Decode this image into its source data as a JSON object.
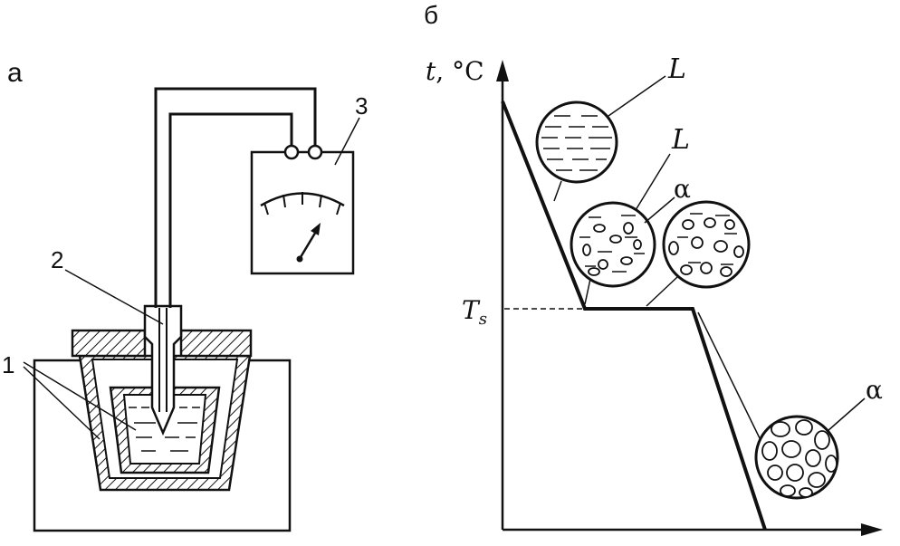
{
  "panel_a": {
    "letter": "а",
    "callout_1": "1",
    "callout_2": "2",
    "callout_3": "3"
  },
  "panel_b": {
    "letter": "б",
    "y_axis_var": "t",
    "y_axis_unit": ", °C",
    "ts_label_main": "T",
    "ts_label_sub": "s",
    "phase_L1": "L",
    "phase_L2": "L",
    "phase_alpha1": "α",
    "phase_alpha2": "α"
  }
}
